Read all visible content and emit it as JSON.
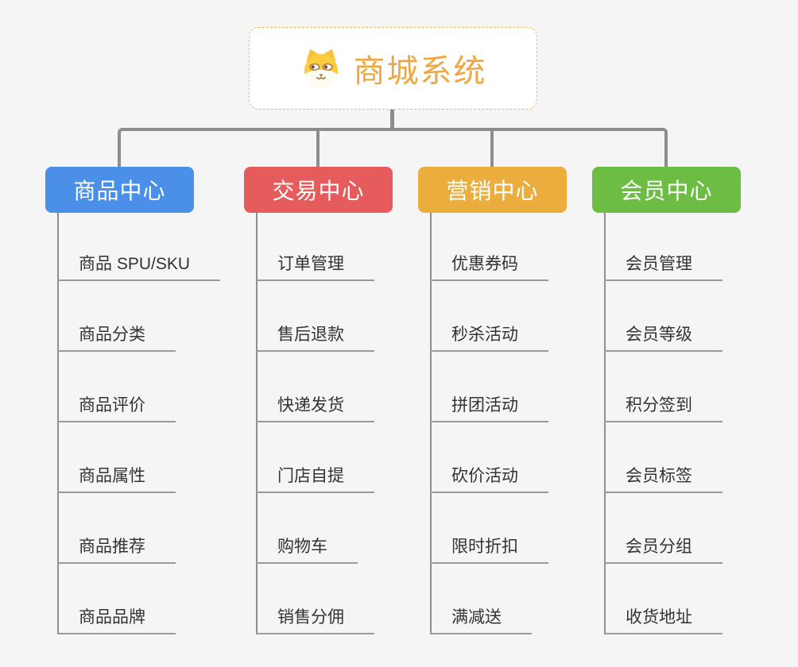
{
  "root": {
    "title": "商城系统",
    "icon": "dog-face-icon"
  },
  "branches": [
    {
      "id": "product-center",
      "label": "商品中心",
      "color": "#4a90e8",
      "items": [
        "商品 SPU/SKU",
        "商品分类",
        "商品评价",
        "商品属性",
        "商品推荐",
        "商品品牌"
      ]
    },
    {
      "id": "trade-center",
      "label": "交易中心",
      "color": "#e65b5b",
      "items": [
        "订单管理",
        "售后退款",
        "快递发货",
        "门店自提",
        "购物车",
        "销售分佣"
      ]
    },
    {
      "id": "marketing-center",
      "label": "营销中心",
      "color": "#ebae3d",
      "items": [
        "优惠券码",
        "秒杀活动",
        "拼团活动",
        "砍价活动",
        "限时折扣",
        "满减送"
      ]
    },
    {
      "id": "member-center",
      "label": "会员中心",
      "color": "#6dbd44",
      "items": [
        "会员管理",
        "会员等级",
        "积分签到",
        "会员标签",
        "会员分组",
        "收货地址"
      ]
    }
  ],
  "colors": {
    "background": "#f5f5f6",
    "line_gray": "#8d8d8d",
    "underline_gray": "#9a9a9a",
    "root_accent": "#f0a742",
    "root_border": "#f3b95f",
    "leaf_text": "#333333"
  }
}
